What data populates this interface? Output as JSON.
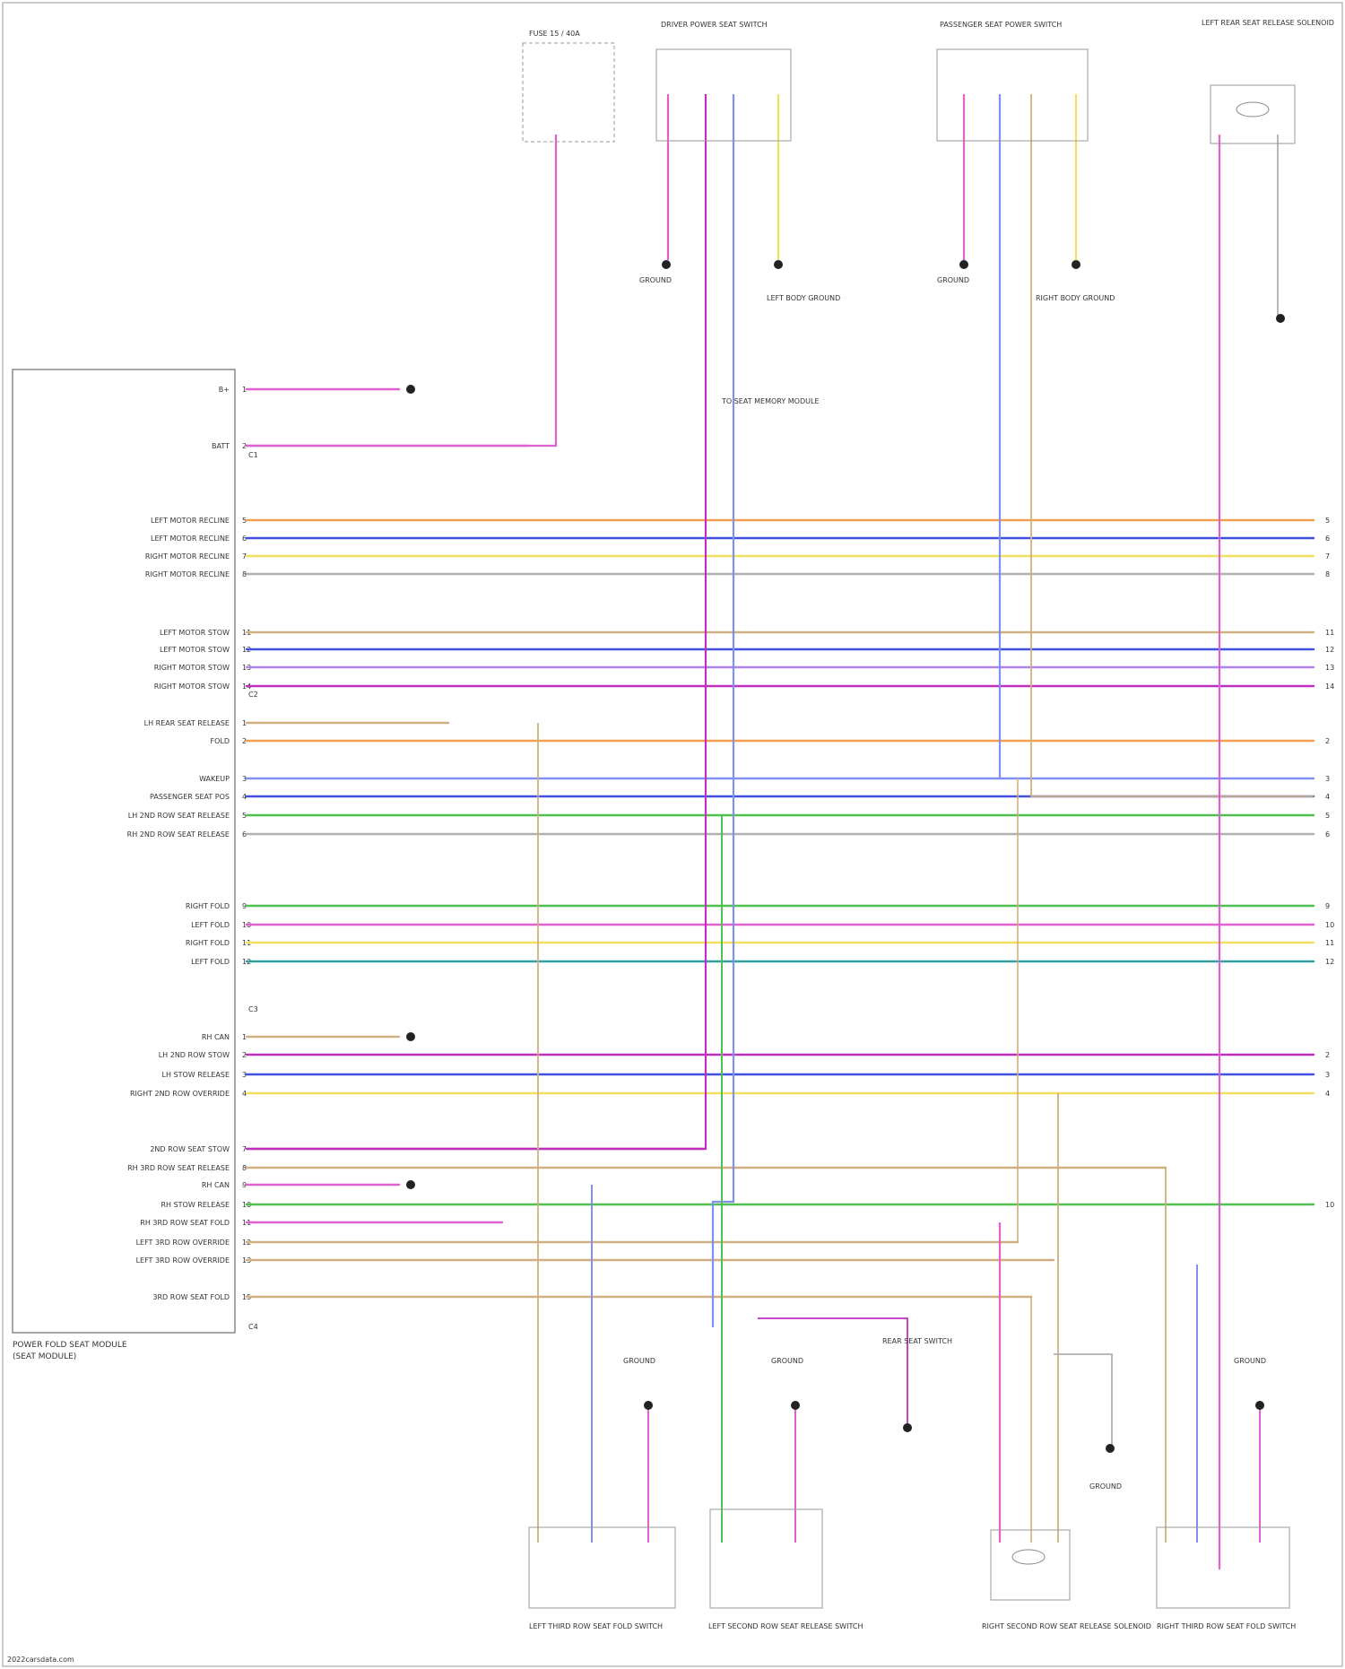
{
  "diagram": {
    "footer": "2022carsdata.com",
    "main_module": {
      "caption_line1": "POWER FOLD SEAT MODULE",
      "caption_line2": "(SEAT MODULE)",
      "connectors": [
        "C1",
        "C2",
        "C3",
        "C4"
      ],
      "pins": [
        {
          "label": "B+",
          "num": "1"
        },
        {
          "label": "BATT",
          "num": "2"
        },
        {
          "label": "LEFT MOTOR RECLINE",
          "num": "5"
        },
        {
          "label": "LEFT MOTOR RECLINE",
          "num": "6"
        },
        {
          "label": "RIGHT MOTOR RECLINE",
          "num": "7"
        },
        {
          "label": "RIGHT MOTOR RECLINE",
          "num": "8"
        },
        {
          "label": "LEFT MOTOR STOW",
          "num": "11"
        },
        {
          "label": "LEFT MOTOR STOW",
          "num": "12"
        },
        {
          "label": "RIGHT MOTOR STOW",
          "num": "13"
        },
        {
          "label": "RIGHT MOTOR STOW",
          "num": "14"
        },
        {
          "label": "LH REAR SEAT RELEASE",
          "num": "1"
        },
        {
          "label": "FOLD",
          "num": "2"
        },
        {
          "label": "WAKEUP",
          "num": "3"
        },
        {
          "label": "PASSENGER SEAT POS",
          "num": "4"
        },
        {
          "label": "LH 2ND ROW SEAT RELEASE",
          "num": "5"
        },
        {
          "label": "RH 2ND ROW SEAT RELEASE",
          "num": "6"
        },
        {
          "label": "RIGHT FOLD",
          "num": "9"
        },
        {
          "label": "LEFT FOLD",
          "num": "10"
        },
        {
          "label": "RIGHT FOLD",
          "num": "11"
        },
        {
          "label": "LEFT FOLD",
          "num": "12"
        },
        {
          "label": "RH CAN",
          "num": "1"
        },
        {
          "label": "LH 2ND ROW STOW",
          "num": "2"
        },
        {
          "label": "LH STOW RELEASE",
          "num": "3"
        },
        {
          "label": "RIGHT 2ND ROW OVERRIDE",
          "num": "4"
        },
        {
          "label": "2ND ROW SEAT STOW",
          "num": "7"
        },
        {
          "label": "RH 3RD ROW SEAT RELEASE",
          "num": "8"
        },
        {
          "label": "RH CAN",
          "num": "9"
        },
        {
          "label": "RH STOW RELEASE",
          "num": "10"
        },
        {
          "label": "RH 3RD ROW SEAT FOLD",
          "num": "11"
        },
        {
          "label": "LEFT 3RD ROW OVERRIDE",
          "num": "12"
        },
        {
          "label": "LEFT 3RD ROW OVERRIDE",
          "num": "13"
        },
        {
          "label": "3RD ROW SEAT FOLD",
          "num": "15"
        }
      ]
    },
    "top_components": [
      {
        "title": "DRIVER POWER SEAT SWITCH"
      },
      {
        "title": "PASSENGER SEAT POWER SWITCH"
      },
      {
        "title": "LEFT REAR SEAT RELEASE SOLENOID"
      }
    ],
    "bottom_components": [
      {
        "title": "LEFT THIRD ROW SEAT FOLD SWITCH"
      },
      {
        "title": "LEFT SECOND ROW SEAT RELEASE SWITCH"
      },
      {
        "title": "RIGHT SECOND ROW SEAT RELEASE SOLENOID"
      },
      {
        "title": "RIGHT THIRD ROW SEAT FOLD SWITCH"
      }
    ],
    "fuse_box_label": "FUSE 15 / 40A",
    "grounds": [
      "GROUND",
      "GROUND",
      "GROUND",
      "GROUND",
      "GROUND",
      "GROUND"
    ],
    "notes": [
      "LEFT BODY GROUND",
      "RIGHT BODY GROUND",
      "TO SEAT MEMORY MODULE",
      "REAR SEAT SWITCH"
    ],
    "wire_colors": {
      "pink": "#e060d0",
      "magenta": "#c030c0",
      "orange": "#f0a050",
      "blue": "#4050e0",
      "lightblue": "#8090f0",
      "yellow": "#f0e060",
      "green": "#50c050",
      "teal": "#30a0a0",
      "tan": "#d0b080",
      "gray": "#b0b0b0",
      "violet": "#b080f0"
    }
  }
}
